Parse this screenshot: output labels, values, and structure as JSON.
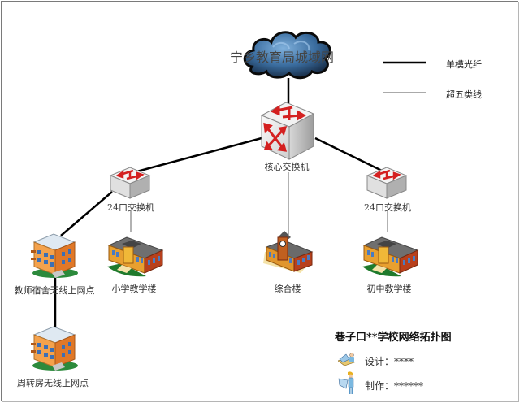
{
  "diagram": {
    "cloud_label": "宁乡教育局城域网",
    "legend": {
      "items": [
        {
          "label": "单模光纤",
          "style": "thick"
        },
        {
          "label": "超五类线",
          "style": "thin"
        }
      ]
    },
    "nodes": {
      "core_switch": "核心交换机",
      "left_switch": "24口交换机",
      "right_switch": "24口交换机",
      "teacher_dorm": "教师宿舍无线上网点",
      "primary_building": "小学教学楼",
      "complex_building": "综合楼",
      "junior_building": "初中教学楼",
      "transit_housing": "周转房无线上网点"
    },
    "title_block": {
      "title": "巷子口**学校网络拓扑图",
      "design_label": "设计：****",
      "maker_label": "制作：******"
    },
    "colors": {
      "switch_arrow": "#d42020",
      "cloud": "#2e5a8a",
      "fiber_line": "#000000",
      "cat5_line": "#555555"
    }
  }
}
